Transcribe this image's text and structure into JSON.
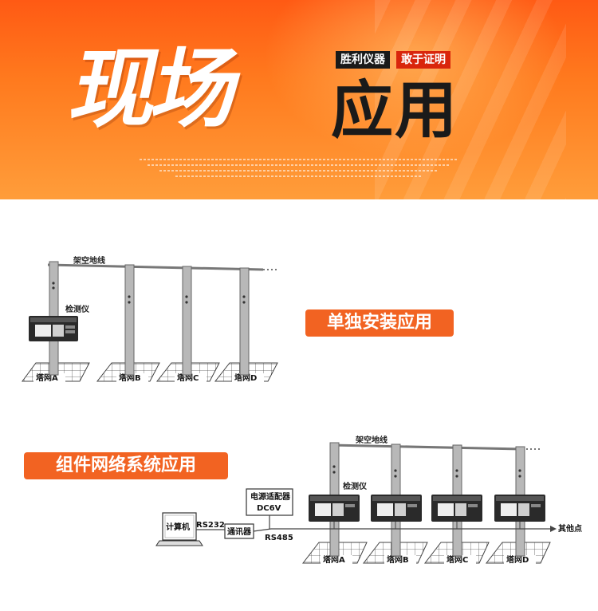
{
  "banner": {
    "title_brush": "现场",
    "title_main": "应用",
    "brand_tag": "胜利仪器",
    "slogan_tag": "敢于证明",
    "colors": {
      "orange": "#ff6a1a",
      "tag_red": "#d9260c",
      "pill": "#f26322"
    }
  },
  "section1": {
    "label": "单独安装应用",
    "wire_label": "架空地线",
    "device_label": "检测仪",
    "grid_labels": [
      "塔网A",
      "塔网B",
      "塔网C",
      "塔网D"
    ]
  },
  "section2": {
    "label": "组件网络系统应用",
    "wire_label": "架空地线",
    "device_label": "检测仪",
    "adapter_label": "电源适配器",
    "adapter_voltage": "DC6V",
    "computer_label": "计算机",
    "comm_label": "通讯器",
    "rs232_label": "RS232",
    "rs485_label": "RS485",
    "other_label": "其他点",
    "grid_labels": [
      "塔网A",
      "塔网B",
      "塔网C",
      "塔网D"
    ]
  }
}
